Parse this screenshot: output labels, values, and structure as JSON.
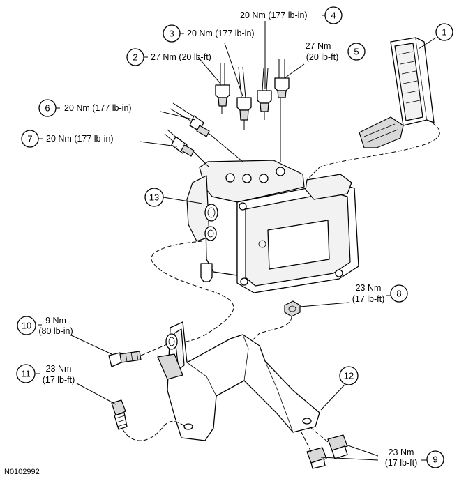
{
  "figure_id": "N0102992",
  "callouts": {
    "c1": {
      "num": "1",
      "lines": []
    },
    "c2": {
      "num": "2",
      "lines": [
        "27 Nm (20 lb-ft)"
      ]
    },
    "c3": {
      "num": "3",
      "lines": [
        "20 Nm (177 lb-in)"
      ]
    },
    "c4": {
      "num": "4",
      "lines": [
        "20 Nm (177 lb-in)"
      ]
    },
    "c5": {
      "num": "5",
      "lines": [
        "27 Nm",
        "(20 lb-ft)"
      ]
    },
    "c6": {
      "num": "6",
      "lines": [
        "20 Nm (177 lb-in)"
      ]
    },
    "c7": {
      "num": "7",
      "lines": [
        "20 Nm (177 lb-in)"
      ]
    },
    "c8": {
      "num": "8",
      "lines": [
        "23 Nm",
        "(17 lb-ft)"
      ]
    },
    "c9": {
      "num": "9",
      "lines": [
        "23 Nm",
        "(17 lb-ft)"
      ]
    },
    "c10": {
      "num": "10",
      "lines": [
        "9 Nm",
        "(80 lb-in)"
      ]
    },
    "c11": {
      "num": "11",
      "lines": [
        "23 Nm",
        "(17 lb-ft)"
      ]
    },
    "c12": {
      "num": "12",
      "lines": []
    },
    "c13": {
      "num": "13",
      "lines": []
    }
  }
}
